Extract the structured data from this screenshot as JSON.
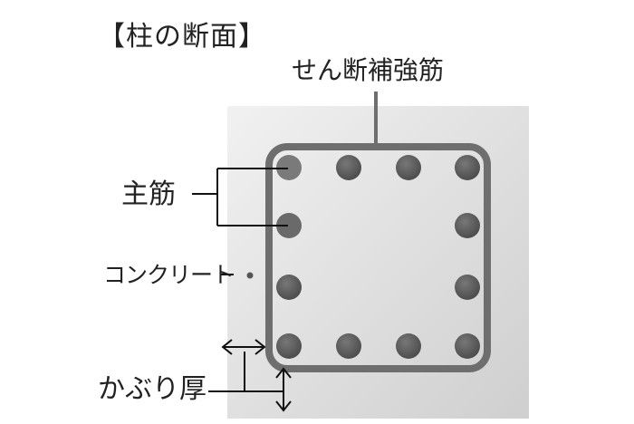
{
  "title": "【柱の断面】",
  "labels": {
    "stirrup": "せん断補強筋",
    "main_bar": "主筋",
    "concrete": "コンクリート",
    "cover": "かぶり厚"
  },
  "colors": {
    "concrete_light": "#f1f1f1",
    "concrete_dark": "#cfcfcf",
    "stirrup": "#6e6e6e",
    "bar_dark": "#505050",
    "bar_light": "#777777",
    "line": "#111111"
  }
}
